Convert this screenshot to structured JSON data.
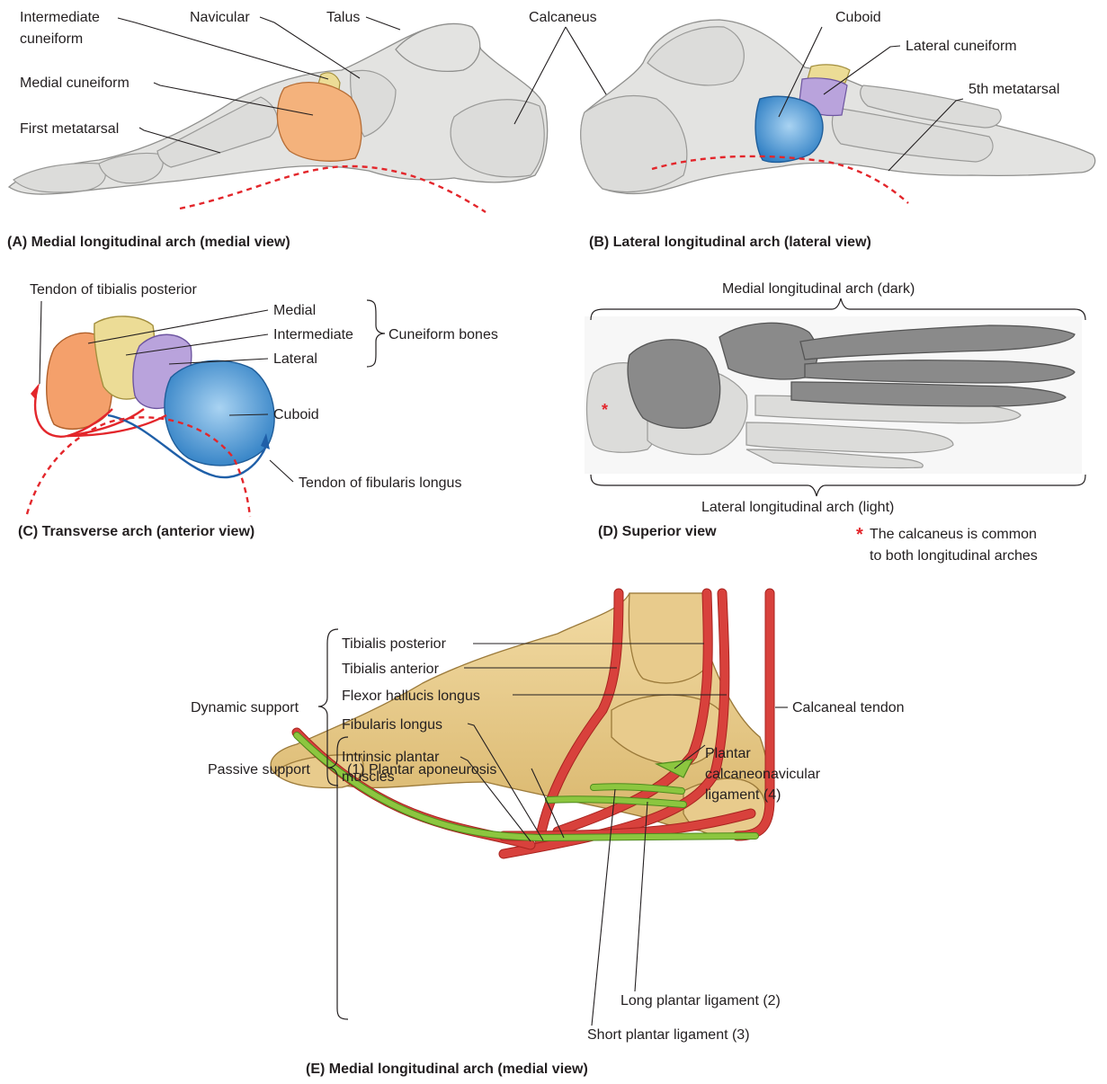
{
  "panelA": {
    "labels": {
      "intermediate": [
        "Intermediate",
        "cuneiform"
      ],
      "navicular": "Navicular",
      "talus": "Talus",
      "medial_cuneiform": "Medial cuneiform",
      "first_metatarsal": "First metatarsal"
    },
    "caption": "(A) Medial longitudinal arch (medial view)"
  },
  "shared": {
    "calcaneus": "Calcaneus"
  },
  "panelB": {
    "labels": {
      "cuboid": "Cuboid",
      "lateral_cuneiform": "Lateral cuneiform",
      "fifth_metatarsal": "5th metatarsal"
    },
    "caption": "(B) Lateral longitudinal arch (lateral view)"
  },
  "panelC": {
    "labels": {
      "tendon_tib_post": "Tendon of tibialis posterior",
      "medial": "Medial",
      "intermediate": "Intermediate",
      "lateral": "Lateral",
      "cuneiform_bones": "Cuneiform bones",
      "cuboid": "Cuboid",
      "tendon_fib_longus": "Tendon of fibularis longus"
    },
    "caption": "(C) Transverse arch (anterior view)"
  },
  "panelD": {
    "labels": {
      "medial_arch": "Medial longitudinal arch (dark)",
      "lateral_arch": "Lateral longitudinal arch (light)"
    },
    "caption": "(D)  Superior view",
    "note_mark": "*",
    "note": [
      "The calcaneus is common",
      "to both longitudinal arches"
    ]
  },
  "panelE": {
    "labels": {
      "tib_post": "Tibialis posterior",
      "tib_ant": "Tibialis anterior",
      "fhl": "Flexor hallucis longus",
      "fib_longus": "Fibularis longus",
      "intrinsic": [
        "Intrinsic plantar",
        "muscles"
      ],
      "dynamic_support": "Dynamic support",
      "calcaneal_tendon": "Calcaneal tendon",
      "passive_support": "Passive support",
      "plantar_aponeurosis": "(1) Plantar aponeurosis",
      "plantar_calcaneonavicular": [
        "Plantar",
        "calcaneonavicular",
        "ligament (4)"
      ],
      "long_plantar": "Long plantar ligament (2)",
      "short_plantar": "Short plantar ligament (3)"
    },
    "caption": "(E) Medial longitudinal arch (medial view)"
  },
  "colors": {
    "arch_dashed": "#e3262b",
    "medial_cuneiform": "#f4b27c",
    "intermediate_cuneiform": "#ecdc96",
    "lateral_cuneiform": "#b9a3dc",
    "cuboid": "#5aa7e0",
    "muscle": "#d8413c",
    "ligament": "#8cc63f",
    "bone_tan": "#e8cb8c"
  }
}
